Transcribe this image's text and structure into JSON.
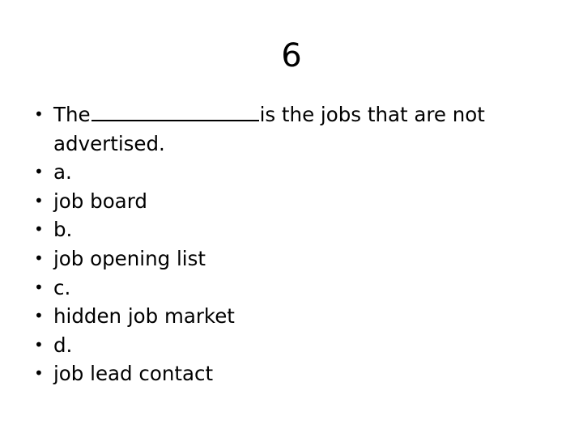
{
  "slide": {
    "title": "6",
    "background_color": "#ffffff",
    "text_color": "#000000",
    "bullets": [
      {
        "id": "question",
        "prefix": "The",
        "has_blank": true,
        "suffix": "is the jobs that are not advertised."
      },
      {
        "id": "label-a",
        "text": "a."
      },
      {
        "id": "option-a",
        "text": "job board"
      },
      {
        "id": "label-b",
        "text": "b."
      },
      {
        "id": "option-b",
        "text": "job opening list"
      },
      {
        "id": "label-c",
        "text": "c."
      },
      {
        "id": "option-c",
        "text": "hidden job market"
      },
      {
        "id": "label-d",
        "text": "d."
      },
      {
        "id": "option-d",
        "text": "job lead contact"
      }
    ]
  }
}
